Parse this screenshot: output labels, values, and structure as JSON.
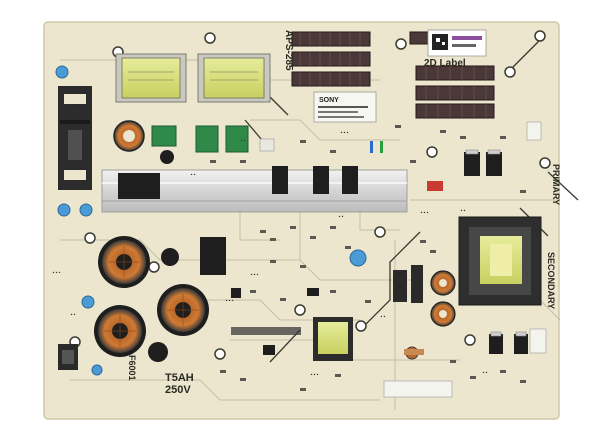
{
  "photo": {
    "subject": "Television power supply circuit board",
    "colors": {
      "board": "#ece6cf",
      "board_edge": "#d9d2b6",
      "trace": "#8f8a72",
      "silk": "#3a3a30",
      "heatsink": "#d8d8d8",
      "capacitor_blue": "#4a9bd6",
      "copper": "#b8682a",
      "transformer_yellow": "#d8df7a",
      "relay_dark": "#4a3a3a"
    }
  },
  "board_text": {
    "part_number": "APS-285",
    "label_area": "2D Label",
    "primary": "PRIMARY",
    "secondary": "SECONDARY",
    "fuse_rating": "T5AH",
    "fuse_voltage": "250V",
    "sticker_brand": "SONY",
    "fuse_ref": "F6001"
  }
}
